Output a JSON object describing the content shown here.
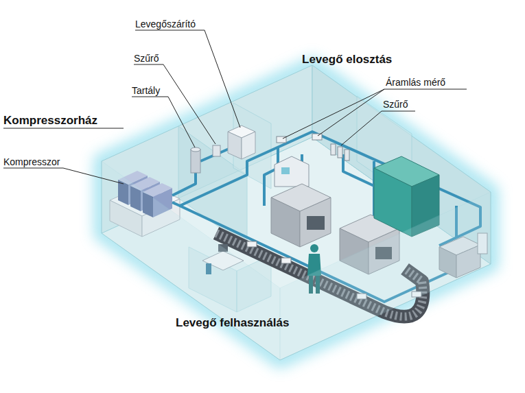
{
  "diagram": {
    "labels": [
      "Levegőszárító",
      "Szűrő",
      "Tartály",
      "Kompresszorház",
      "Kompresszor",
      "Levegő elosztás",
      "Áramlás mérő",
      "Szűrő",
      "Levegő felhasználás"
    ]
  }
}
